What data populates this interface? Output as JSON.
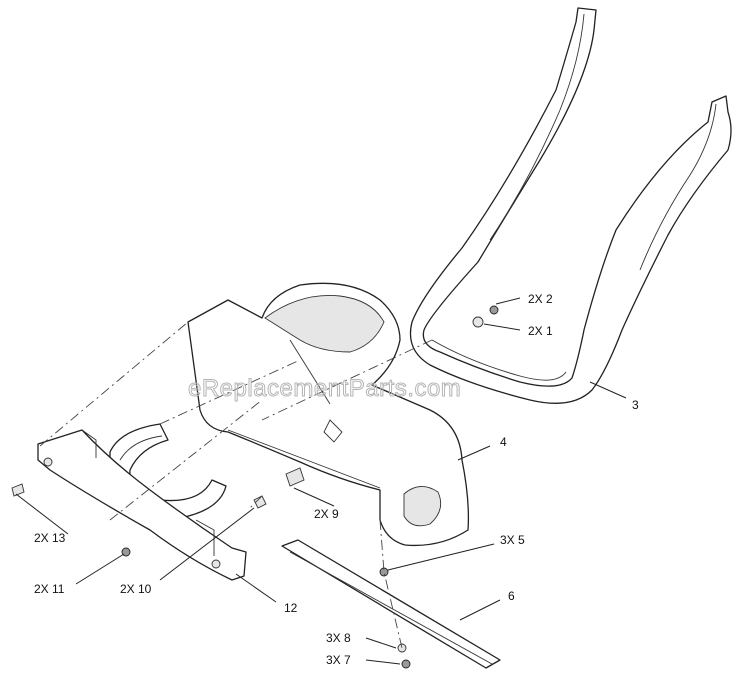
{
  "watermark": "eReplacementParts.com",
  "callouts": [
    {
      "id": "c-2x-2",
      "text": "2X  2"
    },
    {
      "id": "c-2x-1",
      "text": "2X  1"
    },
    {
      "id": "c-3",
      "text": "3"
    },
    {
      "id": "c-4",
      "text": "4"
    },
    {
      "id": "c-3x-5",
      "text": "3X  5"
    },
    {
      "id": "c-6",
      "text": "6"
    },
    {
      "id": "c-3x-8",
      "text": "3X  8"
    },
    {
      "id": "c-3x-7",
      "text": "3X  7"
    },
    {
      "id": "c-2x-9",
      "text": "2X  9"
    },
    {
      "id": "c-2x-13",
      "text": "2X  13"
    },
    {
      "id": "c-2x-11",
      "text": "2X  11"
    },
    {
      "id": "c-2x-10",
      "text": "2X  10"
    },
    {
      "id": "c-12",
      "text": "12"
    }
  ]
}
